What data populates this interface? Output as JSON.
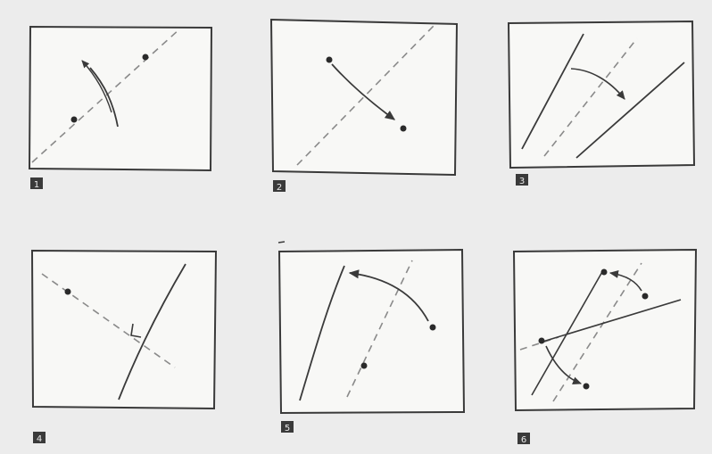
{
  "figure": {
    "panels": [
      {
        "label": "1"
      },
      {
        "label": "2"
      },
      {
        "label": "3"
      },
      {
        "label": "4"
      },
      {
        "label": "5"
      },
      {
        "label": "6"
      }
    ]
  },
  "colors": {
    "background": "#ececec",
    "paper": "#f8f8f6",
    "ink": "#3a3a3a",
    "dash": "#8a8a8a",
    "badge": "#3a3a3a",
    "badge_text": "#ececec"
  }
}
